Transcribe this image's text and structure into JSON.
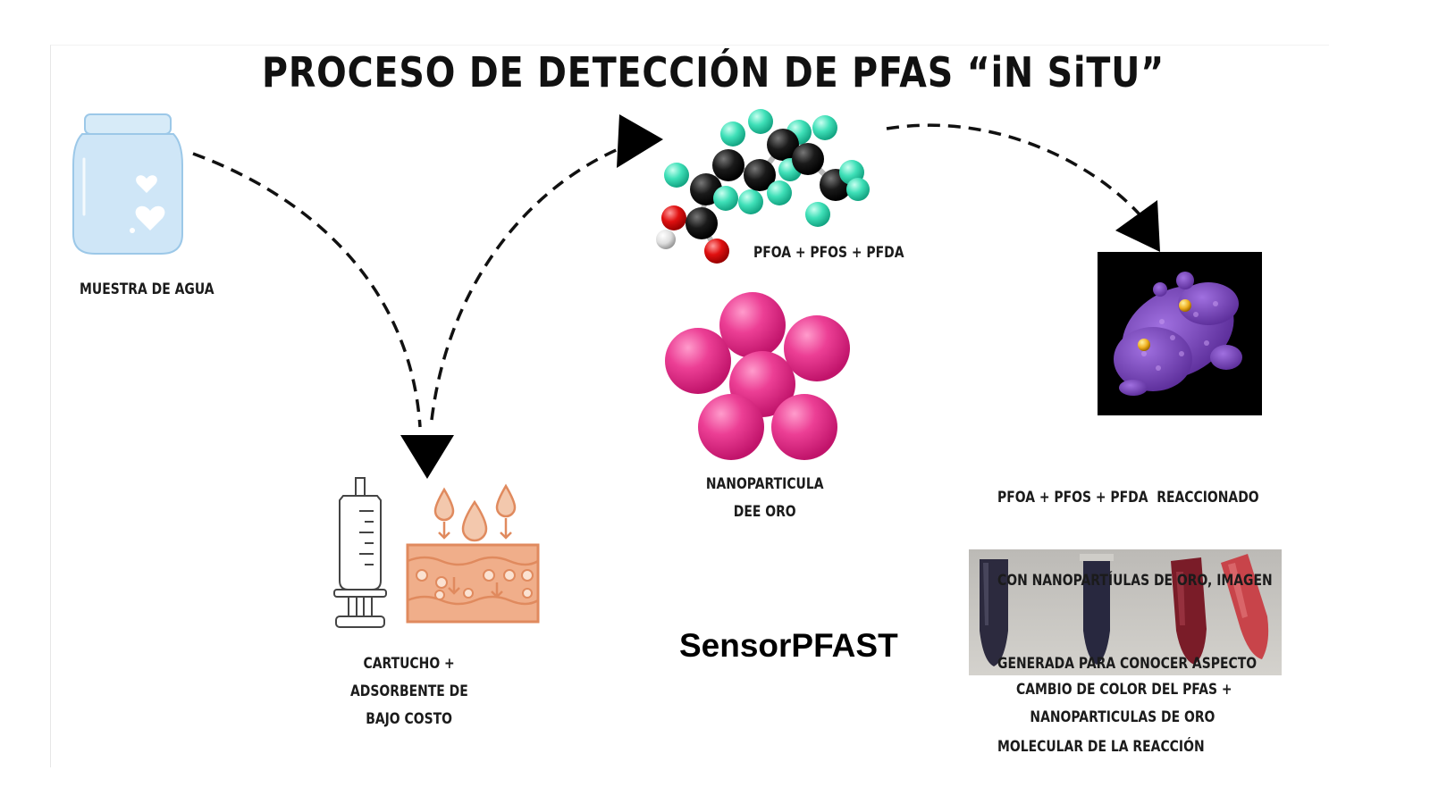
{
  "title": "PROCESO DE DETECCIÓN DE PFAS “iN SiTU”",
  "labels": {
    "water_sample": "MUESTRA DE AGUA",
    "cartridge": [
      "CARTUCHO +",
      "ADSORBENTE DE",
      "BAJO COSTO"
    ],
    "molecules": "PFOA + PFOS + PFDA",
    "nanoparticle": [
      "NANOPARTiCULA",
      "DEE ORO"
    ],
    "reaction": [
      "PFOA + PFOS + PFDA  REACCiONADO",
      "CON NANOPARTíULAS DE ORO, iMAGEN",
      "GENERADA PARA CONOCER ASPECTO",
      "MOLECULAR DE LA REACCiÓN"
    ],
    "color_change": [
      "CAMBiO DE COLOR DEL PFAS +",
      "NANOPARTiCULAS DE ORO"
    ]
  },
  "brand": "SensorPFAST",
  "icons": {
    "jar": "jar-icon",
    "syringe": "syringe-icon",
    "adsorbent": "adsorbent-layer-icon",
    "molecule": "molecule-model-icon",
    "nanoparticle": "gold-nanoparticle-icon",
    "reaction": "reaction-render-icon",
    "tubes": "sample-tubes-photo"
  },
  "colors": {
    "accent_pink": "#e8358f",
    "teal_atom": "#3fe0b8",
    "adsorbent": "#e89870",
    "purple_protein": "#7a45b8",
    "gold": "#f0b020"
  }
}
